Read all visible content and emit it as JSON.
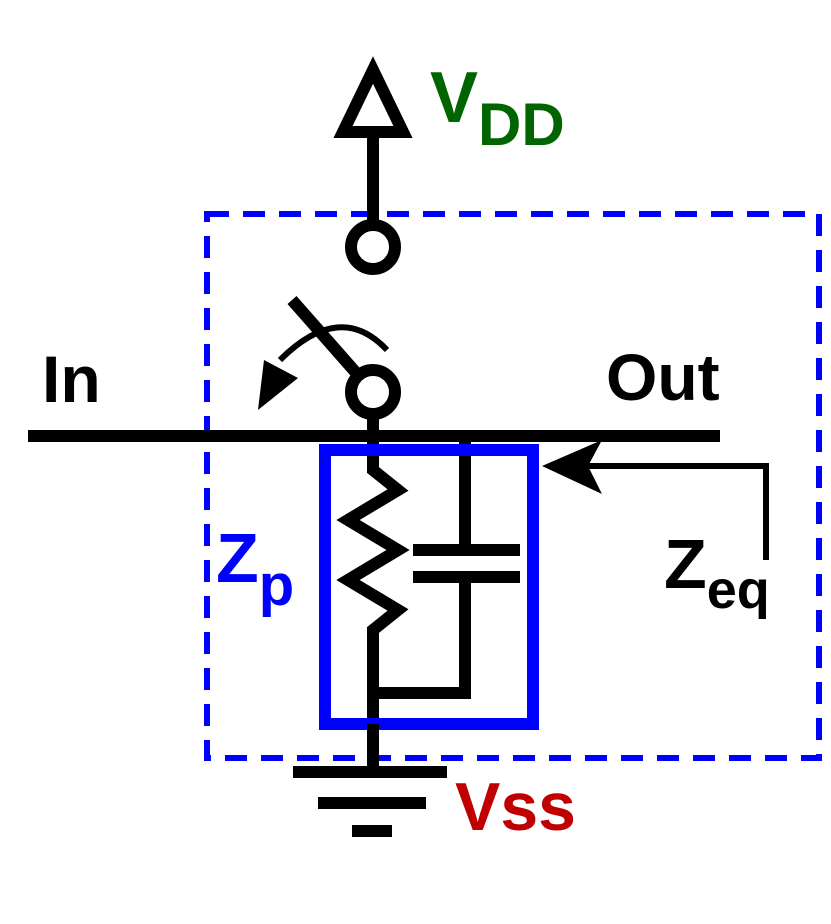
{
  "labels": {
    "vdd_main": "V",
    "vdd_sub": "DD",
    "in": "In",
    "out": "Out",
    "zp_main": "Z",
    "zp_sub": "p",
    "zeq_main": "Z",
    "zeq_sub": "eq",
    "vss": "Vss"
  },
  "colors": {
    "wire": "#000000",
    "vdd": "#006400",
    "vss": "#c00000",
    "zp": "#0000ff",
    "dashed_box": "#0000ff"
  }
}
